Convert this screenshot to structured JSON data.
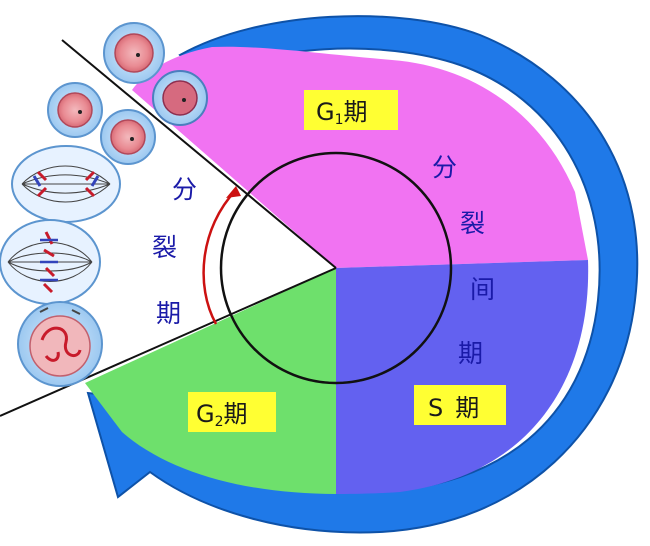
{
  "phases": {
    "g1": {
      "main": "G",
      "sub": "1",
      "suffix": "期"
    },
    "s": {
      "main": "S",
      "suffix": "期"
    },
    "g2": {
      "main": "G",
      "sub": "2",
      "suffix": "期"
    }
  },
  "interphase_label": [
    "分",
    "裂",
    "间",
    "期"
  ],
  "mitosis_label": [
    "分",
    "裂",
    "期"
  ],
  "colors": {
    "g1": "#f173f2",
    "s": "#6361f0",
    "g2": "#6ee06c",
    "outer_arrow": "#1f79e8",
    "label_box": "#ffff33",
    "vertical_text": "#1a1aa8",
    "inner_arrow": "#cc1111"
  }
}
